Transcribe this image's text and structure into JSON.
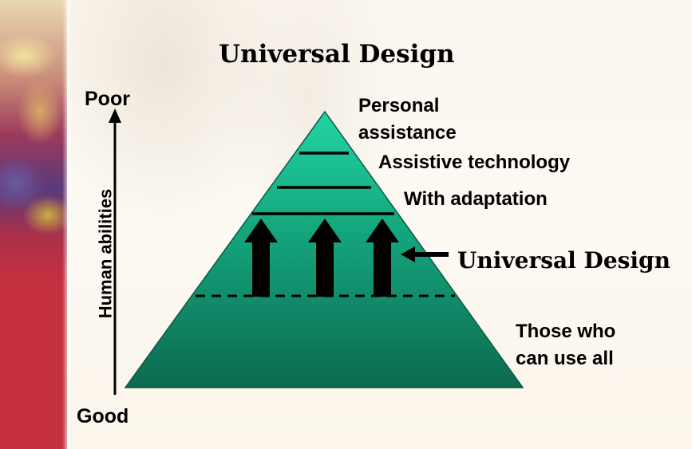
{
  "title": "Universal Design",
  "axis": {
    "top_label": "Poor",
    "bottom_label": "Good",
    "label": "Human abilities"
  },
  "levels": {
    "personal_assistance": "Personal\nassistance",
    "assistive_technology": "Assistive technology",
    "with_adaptation": "With adaptation",
    "universal_design": "Universal Design",
    "those_who_can_use_all": "Those who\ncan use all"
  },
  "colors": {
    "pyramid_top": "#1fcf9f",
    "pyramid_bottom": "#0e6e52",
    "line": "#000000",
    "strip_accent": "#c4303f"
  }
}
